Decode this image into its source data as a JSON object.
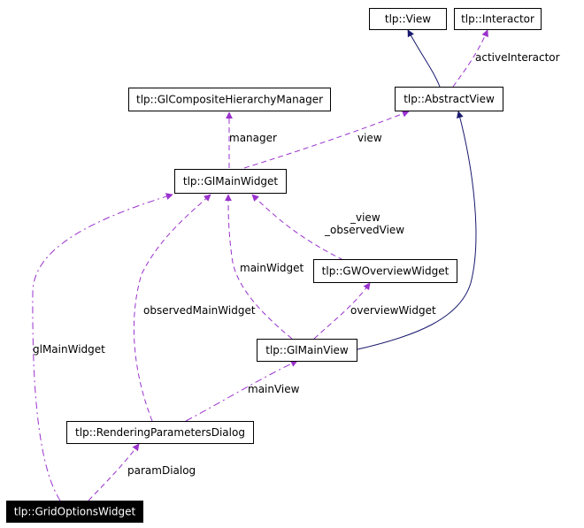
{
  "nodes": {
    "view": "tlp::View",
    "interactor": "tlp::Interactor",
    "abstract_view": "tlp::AbstractView",
    "composite_manager": "tlp::GlCompositeHierarchyManager",
    "main_widget": "tlp::GlMainWidget",
    "overview_widget": "tlp::GWOverviewWidget",
    "main_view": "tlp::GlMainView",
    "rendering_dialog": "tlp::RenderingParametersDialog",
    "grid_options": "tlp::GridOptionsWidget"
  },
  "edges": {
    "active_interactor": "activeInteractor",
    "view": "view",
    "manager": "manager",
    "view_underscore": "_view",
    "observed_view": "_observedView",
    "main_widget": "mainWidget",
    "observed_main_widget": "observedMainWidget",
    "overview_widget": "overviewWidget",
    "gl_main_widget": "glMainWidget",
    "main_view": "mainView",
    "param_dialog": "paramDialog"
  },
  "colors": {
    "inheritance_edge": "#191970",
    "usage_edge": "#9a32cd",
    "selected_node_fill": "#000000"
  }
}
